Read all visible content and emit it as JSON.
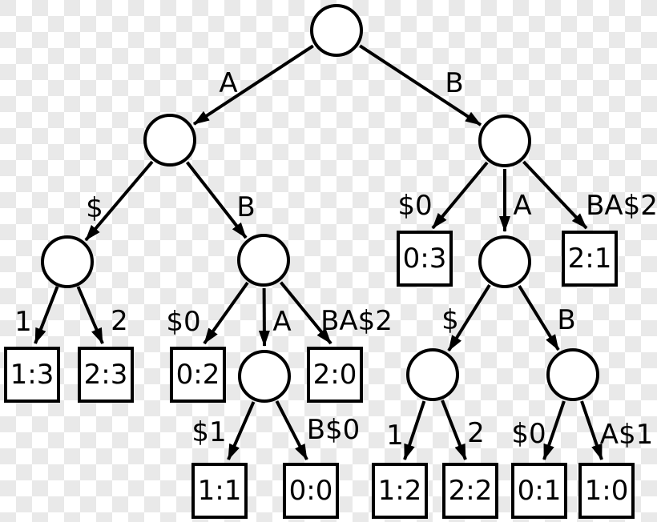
{
  "diagram": {
    "kind": "generalized-suffix-tree",
    "colors": {
      "stroke": "#000000",
      "node_fill": "#ffffff",
      "checker_light": "#ffffff",
      "checker_dark": "#e9e9e9"
    },
    "internal_nodes": [
      "c0",
      "c1",
      "c2",
      "c3",
      "c4",
      "c5",
      "c6",
      "c7",
      "c8"
    ],
    "edges": [
      {
        "from": "c0",
        "to": "c1",
        "label": "A"
      },
      {
        "from": "c0",
        "to": "c2",
        "label": "B"
      },
      {
        "from": "c1",
        "to": "c3",
        "label": "$"
      },
      {
        "from": "c1",
        "to": "c4",
        "label": "B"
      },
      {
        "from": "c3",
        "to": "l0",
        "label": "1"
      },
      {
        "from": "c3",
        "to": "l1",
        "label": "2"
      },
      {
        "from": "c4",
        "to": "l2",
        "label": "$0"
      },
      {
        "from": "c4",
        "to": "c6",
        "label": "A"
      },
      {
        "from": "c4",
        "to": "l3",
        "label": "BA$2"
      },
      {
        "from": "c6",
        "to": "l6",
        "label": "$1"
      },
      {
        "from": "c6",
        "to": "l7",
        "label": "B$0"
      },
      {
        "from": "c2",
        "to": "l4",
        "label": "$0"
      },
      {
        "from": "c2",
        "to": "c5",
        "label": "A"
      },
      {
        "from": "c2",
        "to": "l5",
        "label": "BA$2"
      },
      {
        "from": "c5",
        "to": "c7",
        "label": "$"
      },
      {
        "from": "c5",
        "to": "c8",
        "label": "B"
      },
      {
        "from": "c7",
        "to": "l8",
        "label": "1"
      },
      {
        "from": "c7",
        "to": "l9",
        "label": "2"
      },
      {
        "from": "c8",
        "to": "l10",
        "label": "$0"
      },
      {
        "from": "c8",
        "to": "l11",
        "label": "A$1"
      }
    ],
    "leaves": [
      {
        "id": "l0",
        "label": "1:3"
      },
      {
        "id": "l1",
        "label": "2:3"
      },
      {
        "id": "l2",
        "label": "0:2"
      },
      {
        "id": "l3",
        "label": "2:0"
      },
      {
        "id": "l4",
        "label": "0:3"
      },
      {
        "id": "l5",
        "label": "2:1"
      },
      {
        "id": "l6",
        "label": "1:1"
      },
      {
        "id": "l7",
        "label": "0:0"
      },
      {
        "id": "l8",
        "label": "1:2"
      },
      {
        "id": "l9",
        "label": "2:2"
      },
      {
        "id": "l10",
        "label": "0:1"
      },
      {
        "id": "l11",
        "label": "1:0"
      }
    ]
  }
}
